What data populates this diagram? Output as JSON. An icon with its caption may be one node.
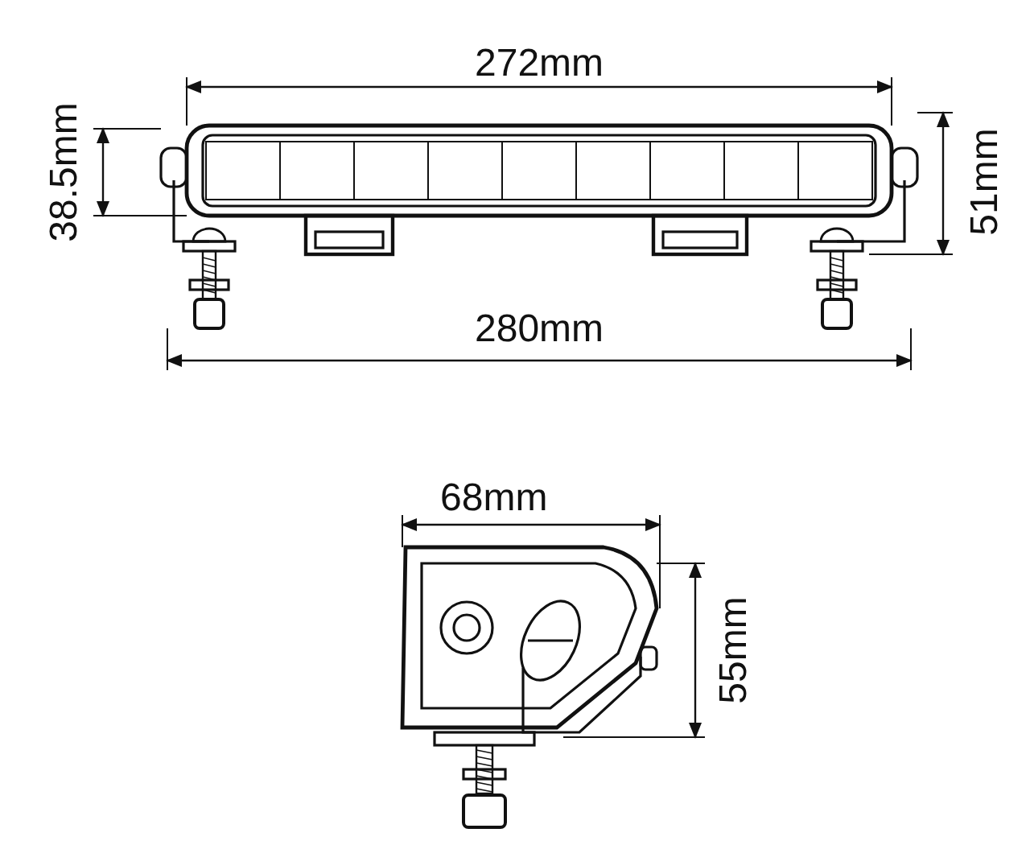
{
  "diagram": {
    "labels": [
      "272mm",
      "38.5mm",
      "51mm",
      "280mm",
      "68mm",
      "55mm"
    ]
  }
}
